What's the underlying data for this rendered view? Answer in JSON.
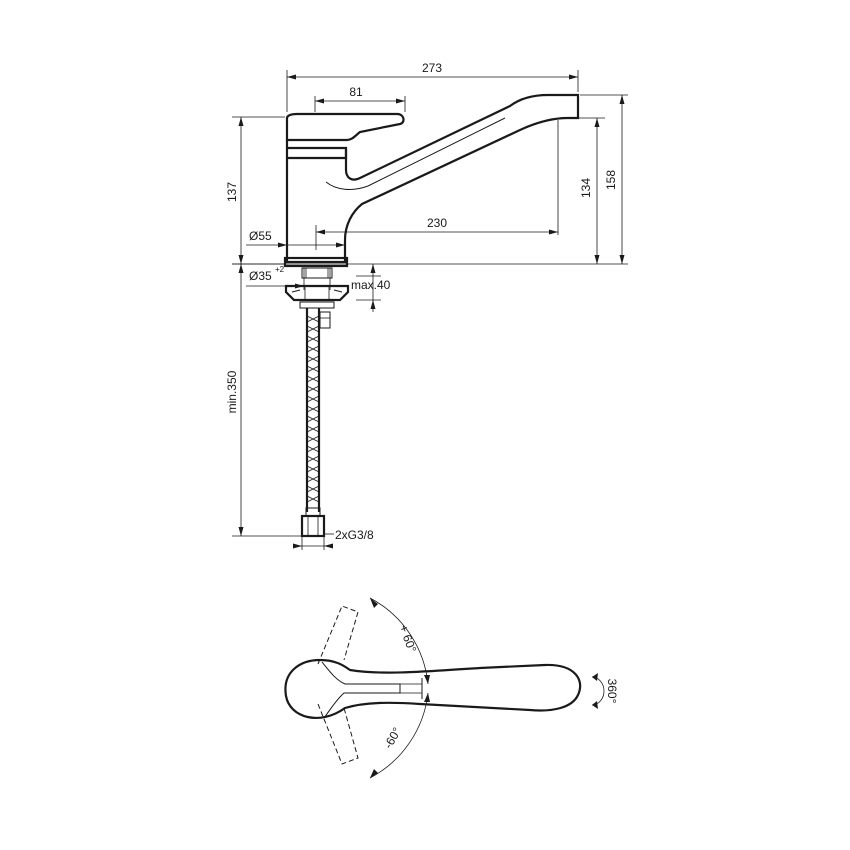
{
  "dimensions": {
    "overall_length": "273",
    "lever_length": "81",
    "height_137": "137",
    "height_134": "134",
    "height_158": "158",
    "spout_reach": "230",
    "base_diameter": "Ø55",
    "hole_diameter": "Ø35",
    "hole_tolerance": "+2",
    "max_thickness": "max.40",
    "hose_length": "min.350",
    "connection": "2xG3/8"
  },
  "rotation": {
    "lever_plus": "+ 60°",
    "lever_minus": "-60°",
    "spout_swivel": "360°"
  }
}
